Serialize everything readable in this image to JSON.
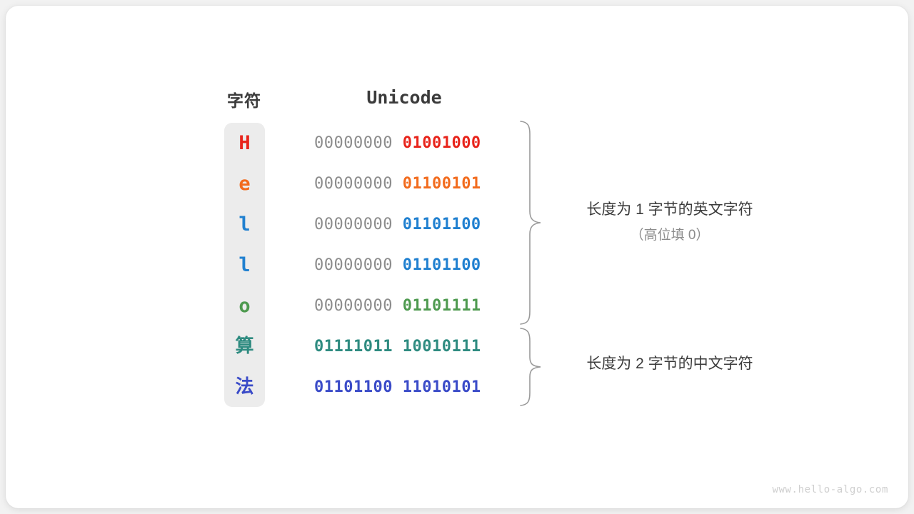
{
  "headers": {
    "char": "字符",
    "unicode": "Unicode"
  },
  "colors": {
    "red": "#e8241b",
    "orange": "#f26b1d",
    "blue": "#2080d0",
    "green": "#4e9a4f",
    "teal": "#2e8b80",
    "indigo": "#3a4bc8",
    "gray_hi_byte": "#8c8c8c",
    "column_bg": "#ececec",
    "text_dark": "#3b3b3b",
    "brace_stroke": "#9a9a9a",
    "watermark": "#cfcfcf"
  },
  "rows": [
    {
      "char": "H",
      "color": "#e8241b",
      "high_byte": "00000000",
      "low_byte": "01001000",
      "high_byte_gray": true,
      "cjk": false
    },
    {
      "char": "e",
      "color": "#f26b1d",
      "high_byte": "00000000",
      "low_byte": "01100101",
      "high_byte_gray": true,
      "cjk": false
    },
    {
      "char": "l",
      "color": "#2080d0",
      "high_byte": "00000000",
      "low_byte": "01101100",
      "high_byte_gray": true,
      "cjk": false
    },
    {
      "char": "l",
      "color": "#2080d0",
      "high_byte": "00000000",
      "low_byte": "01101100",
      "high_byte_gray": true,
      "cjk": false
    },
    {
      "char": "o",
      "color": "#4e9a4f",
      "high_byte": "00000000",
      "low_byte": "01101111",
      "high_byte_gray": true,
      "cjk": false
    },
    {
      "char": "算",
      "color": "#2e8b80",
      "high_byte": "01111011",
      "low_byte": "10010111",
      "high_byte_gray": false,
      "cjk": true
    },
    {
      "char": "法",
      "color": "#3a4bc8",
      "high_byte": "01101100",
      "low_byte": "11010101",
      "high_byte_gray": false,
      "cjk": true
    }
  ],
  "annotations": {
    "group_1_main": "长度为 1 字节的英文字符",
    "group_1_sub": "（高位填 0）",
    "group_2_main": "长度为 2 字节的中文字符"
  },
  "watermark": "www.hello-algo.com"
}
